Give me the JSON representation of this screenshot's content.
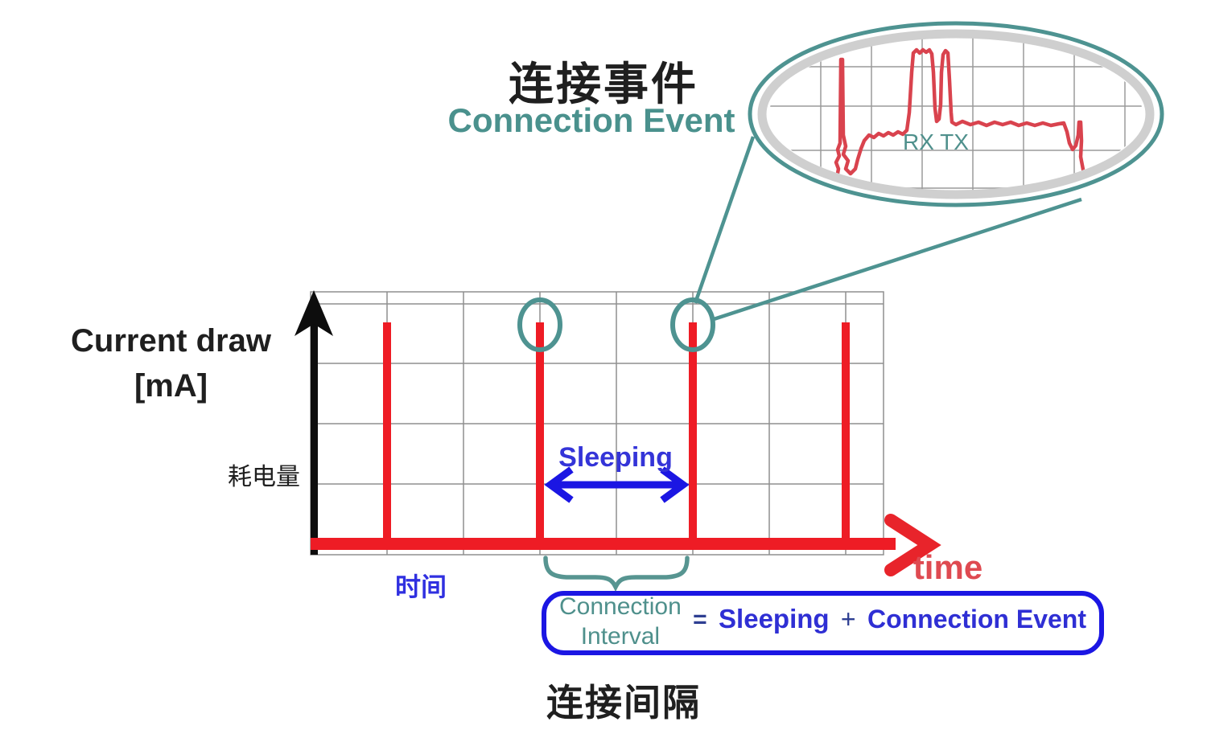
{
  "header": {
    "title_zh": "连接事件",
    "title_en": "Connection Event"
  },
  "inset": {
    "label": "RX TX"
  },
  "y_axis": {
    "label_line1": "Current draw",
    "label_line2": "[mA]",
    "label_zh": "耗电量"
  },
  "x_axis": {
    "label_zh": "时间",
    "label_en": "time"
  },
  "chart": {
    "sleeping_label": "Sleeping"
  },
  "formula": {
    "lhs_line1": "Connection",
    "lhs_line2": "Interval",
    "equals_sign": "=",
    "term_sleeping": "Sleeping",
    "plus_sign": "+",
    "term_event": "Connection Event"
  },
  "footer": {
    "label_zh": "连接间隔"
  },
  "colors": {
    "teal": "#4e9391",
    "teal_text": "#4f908c",
    "spike_red": "#ee1c25",
    "waveform_red": "#d9434e",
    "time_red": "#df4a51",
    "blue": "#1b16e3",
    "blue_text": "#2f2fd4",
    "navy_operator": "#2e3f92",
    "grid_gray": "#8f8f8f",
    "ring_gray": "#cccccc",
    "black": "#1f1f1f"
  }
}
